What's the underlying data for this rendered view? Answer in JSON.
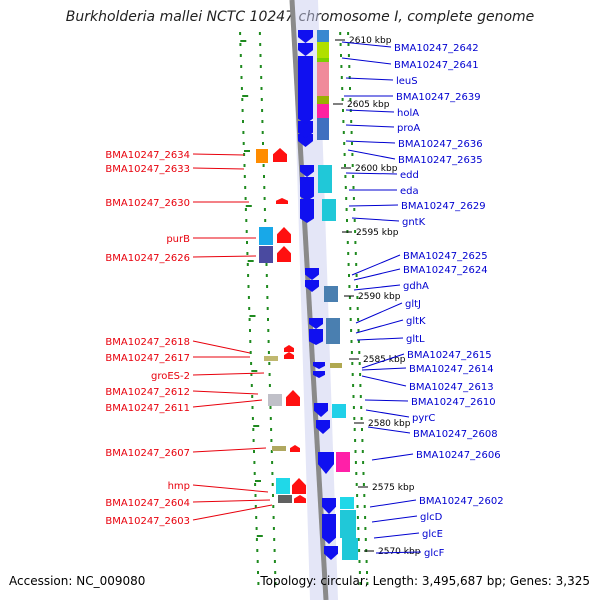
{
  "title": "Burkholderia mallei NCTC 10247 chromosome I, complete genome",
  "footer": {
    "accession": "Accession: NC_009080",
    "summary": "Topology: circular; Length: 3,495,687 bp; Genes: 3,325"
  },
  "colors": {
    "left_label": "#e8000c",
    "right_label": "#0000d0",
    "plus_strand_arrow": "#ff1010",
    "minus_strand_arrow": "#1010f0",
    "chromosome": "#8a8a8a",
    "tick": "#1f8a1f"
  },
  "scale_labels": [
    "2610 kbp",
    "2605 kbp",
    "2600 kbp",
    "2595 kbp",
    "2590 kbp",
    "2585 kbp",
    "2580 kbp",
    "2575 kbp",
    "2570 kbp"
  ],
  "left_labels": [
    "BMA10247_2634",
    "BMA10247_2633",
    "BMA10247_2630",
    "purB",
    "BMA10247_2626",
    "BMA10247_2618",
    "BMA10247_2617",
    "groES-2",
    "BMA10247_2612",
    "BMA10247_2611",
    "BMA10247_2607",
    "hmp",
    "BMA10247_2604",
    "BMA10247_2603"
  ],
  "right_labels": [
    "BMA10247_2642",
    "BMA10247_2641",
    "leuS",
    "BMA10247_2639",
    "holA",
    "proA",
    "BMA10247_2636",
    "BMA10247_2635",
    "edd",
    "eda",
    "BMA10247_2629",
    "gntK",
    "BMA10247_2625",
    "BMA10247_2624",
    "gdhA",
    "gltJ",
    "gltK",
    "gltL",
    "BMA10247_2615",
    "BMA10247_2614",
    "BMA10247_2613",
    "BMA10247_2610",
    "pyrC",
    "BMA10247_2608",
    "BMA10247_2606",
    "BMA10247_2602",
    "glcD",
    "glcE",
    "glcF"
  ]
}
